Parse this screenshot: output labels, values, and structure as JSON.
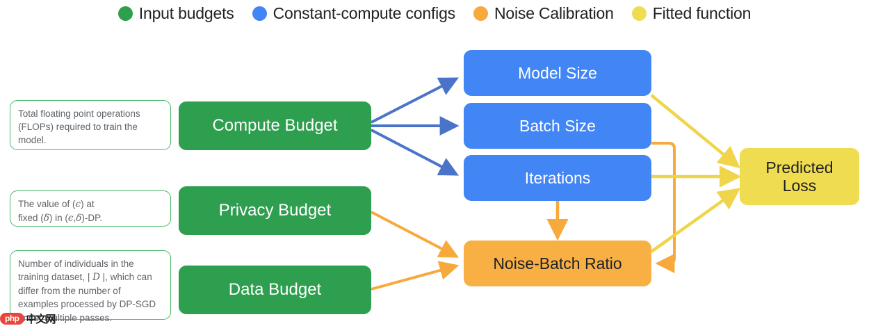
{
  "legend": {
    "items": [
      {
        "label": "Input budgets",
        "color": "#2e9e4f",
        "icon": "legend-dot-icon"
      },
      {
        "label": "Constant-compute configs",
        "color": "#4285f4",
        "icon": "legend-dot-icon"
      },
      {
        "label": "Noise Calibration",
        "color": "#f8a93c",
        "icon": "legend-dot-icon"
      },
      {
        "label": "Fitted function",
        "color": "#f0dc50",
        "icon": "legend-dot-icon"
      }
    ]
  },
  "notes": [
    {
      "id": "compute-note",
      "text": "Total floating point operations (FLOPs) required to train the model."
    },
    {
      "id": "privacy-note",
      "text": "The value of (ϵ) at\nfixed (δ) in (ϵ, δ)-DP."
    },
    {
      "id": "data-note",
      "text": "Number of individuals in the training dataset, | D |, which can differ from the number of examples processed by DP-SGD under multiple passes."
    }
  ],
  "nodes": {
    "compute_budget": {
      "label": "Compute Budget",
      "color": "#2e9e4f",
      "group": "input-budget"
    },
    "privacy_budget": {
      "label": "Privacy Budget",
      "color": "#2e9e4f",
      "group": "input-budget"
    },
    "data_budget": {
      "label": "Data Budget",
      "color": "#2e9e4f",
      "group": "input-budget"
    },
    "model_size": {
      "label": "Model Size",
      "color": "#4285f4",
      "group": "constant-compute-config"
    },
    "batch_size": {
      "label": "Batch Size",
      "color": "#4285f4",
      "group": "constant-compute-config"
    },
    "iterations": {
      "label": "Iterations",
      "color": "#4285f4",
      "group": "constant-compute-config"
    },
    "noise_batch_ratio": {
      "label": "Noise-Batch Ratio",
      "color": "#f8b045",
      "group": "noise-calibration"
    },
    "predicted_loss": {
      "label": "Predicted\nLoss",
      "color": "#f0dc50",
      "group": "fitted-function"
    }
  },
  "edges": [
    {
      "from": "compute_budget",
      "to": "model_size",
      "color": "#4a74c9"
    },
    {
      "from": "compute_budget",
      "to": "batch_size",
      "color": "#4a74c9"
    },
    {
      "from": "compute_budget",
      "to": "iterations",
      "color": "#4a74c9"
    },
    {
      "from": "privacy_budget",
      "to": "noise_batch_ratio",
      "color": "#f8a93c"
    },
    {
      "from": "data_budget",
      "to": "noise_batch_ratio",
      "color": "#f8a93c"
    },
    {
      "from": "iterations",
      "to": "noise_batch_ratio",
      "color": "#f8a93c"
    },
    {
      "from": "batch_size",
      "to": "noise_batch_ratio",
      "color": "#f8a93c"
    },
    {
      "from": "model_size",
      "to": "predicted_loss",
      "color": "#f0d44a"
    },
    {
      "from": "iterations",
      "to": "predicted_loss",
      "color": "#f0d44a"
    },
    {
      "from": "noise_batch_ratio",
      "to": "predicted_loss",
      "color": "#f0d44a"
    }
  ],
  "watermark": {
    "badge": "php",
    "text": "中文网"
  }
}
